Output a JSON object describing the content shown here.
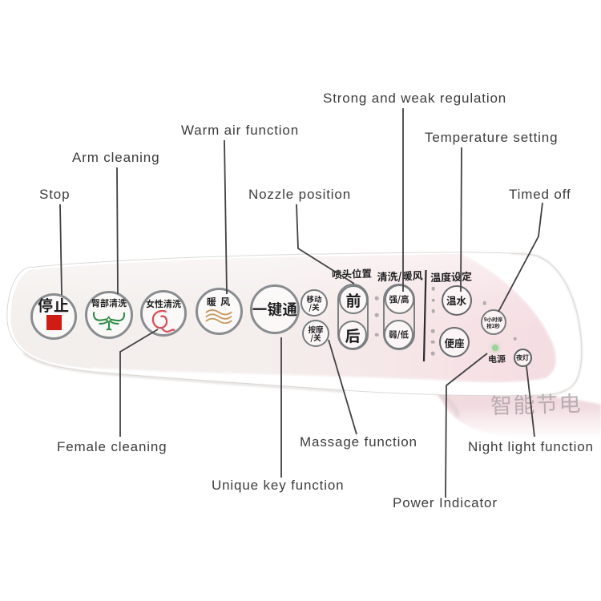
{
  "annotations": {
    "stop": "Stop",
    "arm_cleaning": "Arm cleaning",
    "warm_air": "Warm air function",
    "nozzle_position": "Nozzle position",
    "strong_weak": "Strong and weak regulation",
    "temperature": "Temperature setting",
    "timed_off": "Timed off",
    "female_cleaning": "Female cleaning",
    "unique_key": "Unique key function",
    "massage": "Massage function",
    "power_indicator": "Power Indicator",
    "night_light": "Night light function"
  },
  "panel": {
    "section_labels": {
      "nozzle_position": "喷头位置",
      "wash_warm_air": "清洗/暖风",
      "temperature_setting": "温度设定",
      "power": "电源"
    },
    "watermark": "智能节电",
    "buttons": {
      "stop": "停止",
      "hip_wash": "臀部清洗",
      "female_wash": "女性清洗",
      "warm_air": "暖 风",
      "one_key": "一键通",
      "move": "移动\n/关",
      "massage": "按摩\n/关",
      "front": "前",
      "back": "后",
      "strong_high": "强/高",
      "weak_low": "弱/低",
      "warm_water": "温水",
      "seat": "便座",
      "timer_off": "9小时停\n按2秒",
      "night_light": "夜灯"
    }
  },
  "colors": {
    "background": "#ffffff",
    "panel_pink": "#f6e3e6",
    "stop_red": "#cf1d15",
    "icon_green": "#2e8b47",
    "icon_rose": "#d8505a",
    "icon_tan": "#c89a64",
    "led_green": "#9cd497",
    "annotation_line": "#47474a"
  }
}
